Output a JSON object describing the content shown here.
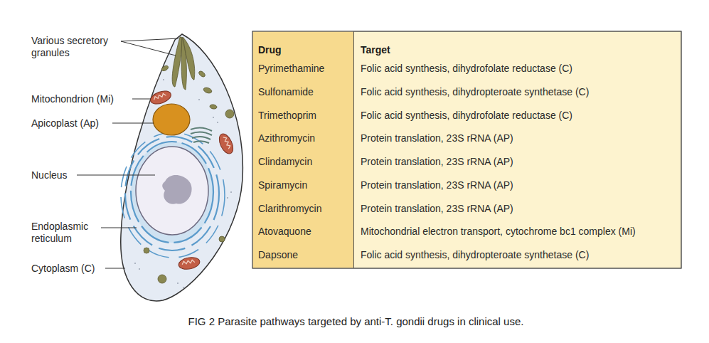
{
  "diagram": {
    "caption": "FIG 2 Parasite pathways targeted by anti-T. gondii drugs in clinical use.",
    "labels": [
      "Various secretory granules",
      "Mitochondrion (Mi)",
      "Apicoplast (Ap)",
      "Nucleus",
      "Endoplasmic reticulum",
      "Cytoplasm (C)",
      "Drug",
      "Target",
      "Pyrimethamine",
      "Folic acid synthesis, dihydrofolate reductase (C)",
      "Sulfonamide",
      "Folic acid synthesis, dihydropteroate synthetase (C)",
      "Trimethoprim",
      "Folic acid synthesis, dihydrofolate reductase (C)",
      "Azithromycin",
      "Protein translation, 23S rRNA (AP)",
      "Clindamycin",
      "Protein translation, 23S rRNA (AP)",
      "Spiramycin",
      "Protein translation, 23S rRNA (AP)",
      "Clarithromycin",
      "Protein translation, 23S rRNA (AP)",
      "Atovaquone",
      "Mitochondrial electron transport, cytochrome bc1 complex (Mi)",
      "Dapsone",
      "Folic acid synthesis, dihydropteroate synthetase (C)"
    ]
  }
}
